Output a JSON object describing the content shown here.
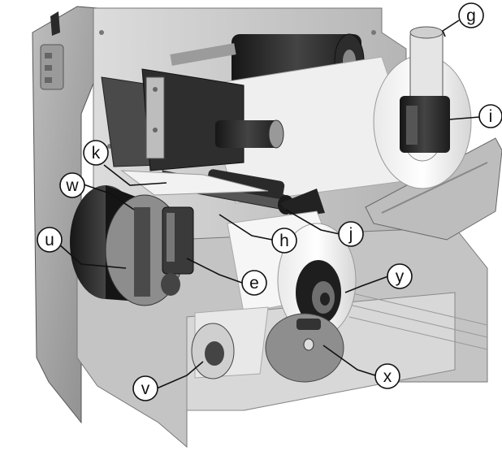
{
  "figure": {
    "subject": "printer-mechanism-photo",
    "callouts": {
      "g": "g",
      "i": "i",
      "k": "k",
      "w": "w",
      "u": "u",
      "h": "h",
      "j": "j",
      "e": "e",
      "y": "y",
      "v": "v",
      "x": "x"
    },
    "colors": {
      "background": "#ffffff",
      "callout_stroke": "#111111",
      "metal_light": "#d9d9d9",
      "metal_dark": "#2a2a2a",
      "paper": "#f4f4f4"
    }
  }
}
